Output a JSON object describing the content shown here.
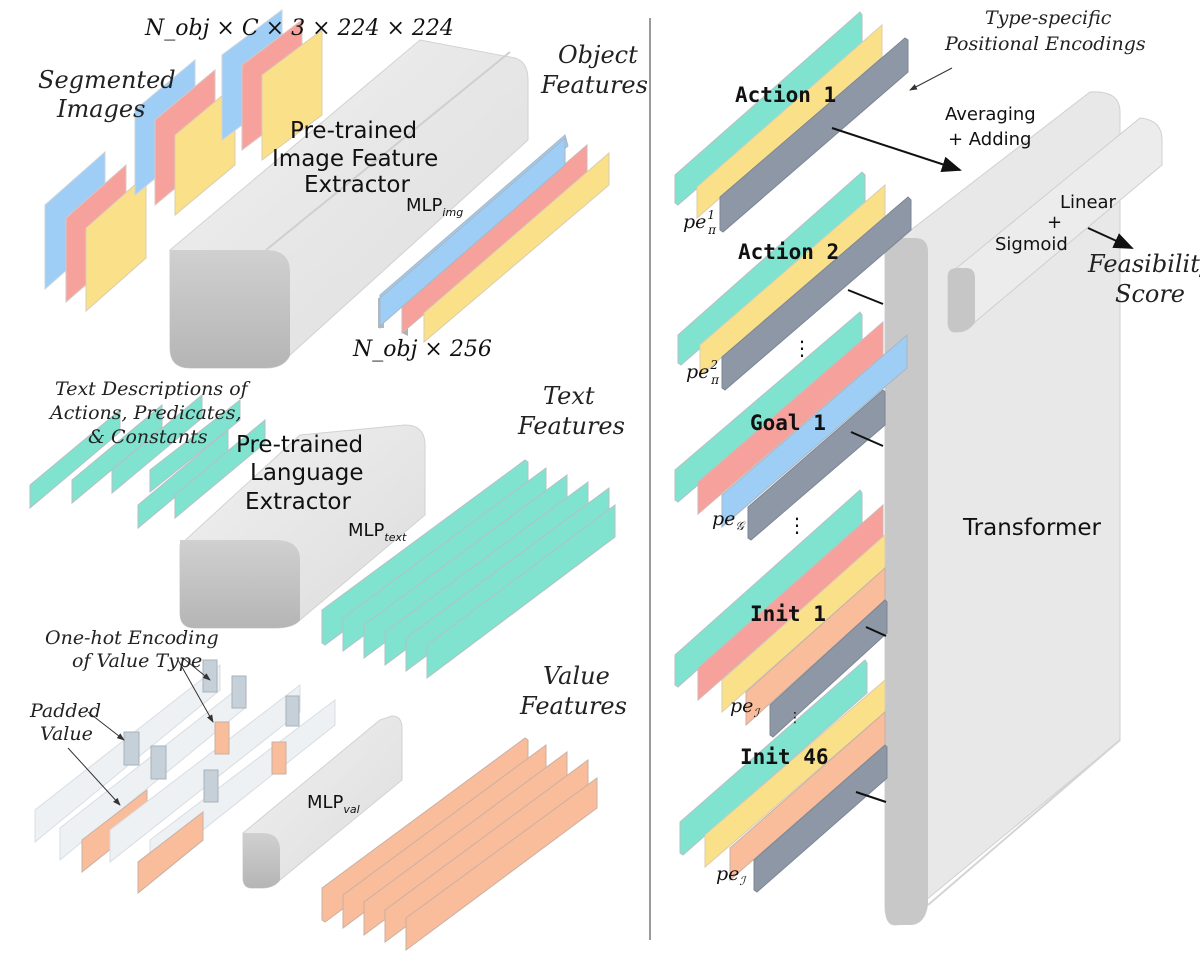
{
  "colors": {
    "teal": "#7fe3cf",
    "yellow": "#fbe08a",
    "slate": "#8d97a6",
    "red": "#f6a19c",
    "blue": "#9ecdf6",
    "orange": "#f9bd9b",
    "paleGray": "#eef1f4",
    "block": "#e6e6e6",
    "divider": "#9a9a9a"
  },
  "left": {
    "image": {
      "dim_top": "N_obj × C × 3 × 224 × 224",
      "segmented_1": "Segmented",
      "segmented_2": "Images",
      "extractor_1": "Pre-trained",
      "extractor_2": "Image Feature",
      "extractor_3": "Extractor",
      "mlp": "MLP",
      "mlp_sub": "img",
      "object_features_1": "Object",
      "object_features_2": "Features",
      "dim_bottom": "N_obj × 256"
    },
    "text": {
      "desc_1": "Text Descriptions of",
      "desc_2": "Actions, Predicates,",
      "desc_3": "& Constants",
      "extractor_1": "Pre-trained",
      "extractor_2": "Language",
      "extractor_3": "Extractor",
      "mlp": "MLP",
      "mlp_sub": "text",
      "features_1": "Text",
      "features_2": "Features"
    },
    "value": {
      "onehot_1": "One-hot Encoding",
      "onehot_2": "of Value Type",
      "padded_1": "Padded",
      "padded_2": "Value",
      "mlp": "MLP",
      "mlp_sub": "val",
      "features_1": "Value",
      "features_2": "Features"
    }
  },
  "right": {
    "pos_enc_1": "Type-specific",
    "pos_enc_2": "Positional Encodings",
    "averaging_1": "Averaging",
    "averaging_2": "+ Adding",
    "linear_1": "Linear",
    "linear_2": "+",
    "linear_3": "Sigmoid",
    "feasibility_1": "Feasibility",
    "feasibility_2": "Score",
    "transformer": "Transformer",
    "tokens": {
      "action1": "Action 1",
      "action2": "Action 2",
      "goal1": "Goal 1",
      "init1": "Init 1",
      "init46": "Init 46"
    },
    "pe": {
      "pe_pi_1": "pe",
      "pe_pi_1_sub": "π",
      "pe_pi_1_sup": "1",
      "pe_pi_2": "pe",
      "pe_pi_2_sub": "π",
      "pe_pi_2_sup": "2",
      "pe_g": "pe",
      "pe_g_sub": "𝒢",
      "pe_i1": "pe",
      "pe_i1_sub": "ℐ",
      "pe_i2": "pe",
      "pe_i2_sub": "ℐ"
    },
    "dots": "⋮"
  }
}
